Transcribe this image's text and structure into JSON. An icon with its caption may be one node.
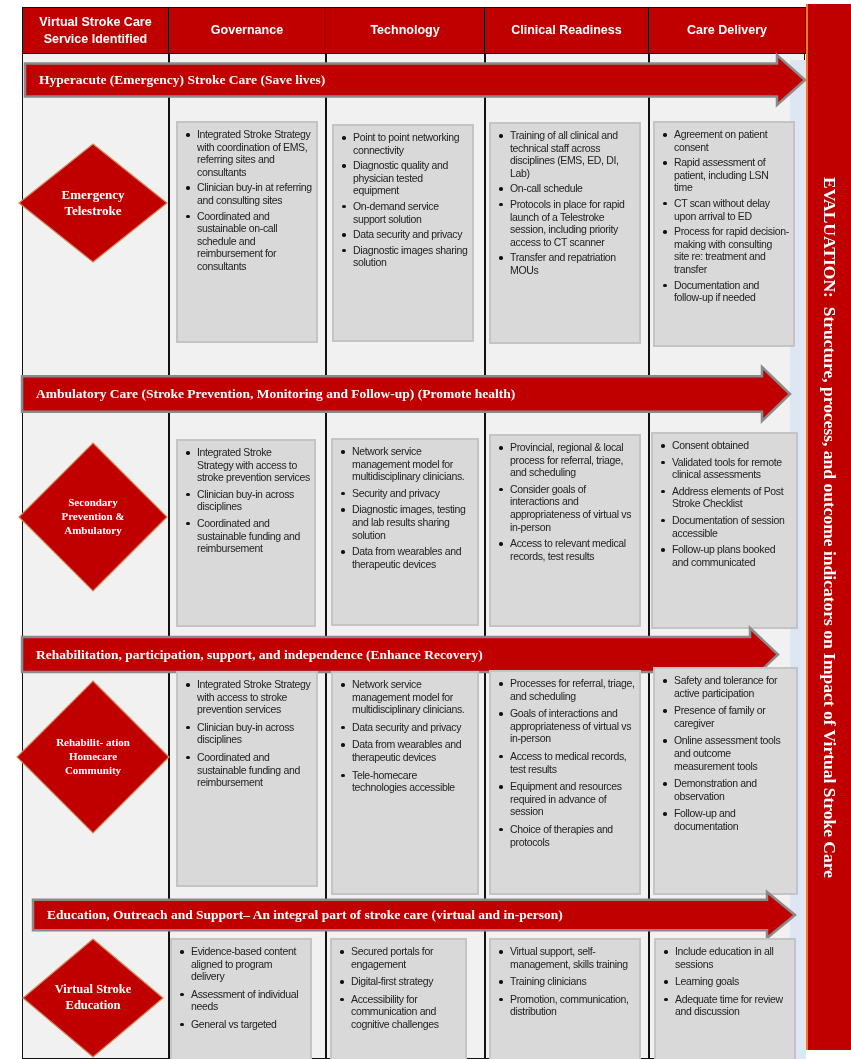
{
  "diagram": {
    "nodes": [
      {
        "text": [
          "Virtual Stroke Care Service Identified"
        ]
      },
      {
        "text": [
          "Governance"
        ]
      },
      {
        "text": [
          "Technology"
        ]
      },
      {
        "text": [
          "Clinical Readiness"
        ]
      },
      {
        "text": [
          "Care Delivery"
        ]
      },
      {
        "text": [
          "EVALUATION:  Structure, process, and outcome indicators on Impact of Virtual Stroke Care"
        ]
      },
      {
        "text": [
          "Hyperacute (Emergency) Stroke Care (Save lives)"
        ]
      },
      {
        "text": [
          "Emergency Telestroke"
        ]
      },
      {
        "text": [
          "Integrated Stroke Strategy with coordination of EMS, referring sites and consultants",
          "Clinician buy-in at referring and consulting sites",
          "Coordinated and sustainable on-call schedule and reimbursement for consultants"
        ]
      },
      {
        "text": [
          "Point to point networking connectivity",
          "Diagnostic quality and physician tested equipment",
          "On-demand service support solution",
          "Data security and privacy",
          "Diagnostic images sharing solution"
        ]
      },
      {
        "text": [
          "Training of all clinical and technical staff across disciplines (EMS, ED, DI, Lab)",
          "On-call schedule",
          "Protocols in place for rapid launch of a Telestroke session, including priority access to CT scanner",
          "Transfer and repatriation  MOUs"
        ]
      },
      {
        "text": [
          "Agreement on patient consent",
          "Rapid assessment of patient, including LSN time",
          "CT scan without delay upon arrival to ED",
          "Process for rapid decision-making with consulting site re: treatment and transfer",
          "Documentation and follow-up if needed"
        ]
      },
      {
        "text": [
          "Ambulatory Care (Stroke Prevention, Monitoring and Follow-up) (Promote health)"
        ]
      },
      {
        "text": [
          "Secondary Prevention & Ambulatory"
        ]
      },
      {
        "text": [
          "Integrated Stroke Strategy with access to stroke prevention services",
          "Clinician buy-in across disciplines",
          "Coordinated and sustainable  funding and reimbursement"
        ]
      },
      {
        "text": [
          "Network service management model for multidisciplinary clinicians.",
          "Security and  privacy",
          "Diagnostic images, testing and lab results sharing solution",
          "Data from wearables and therapeutic devices"
        ]
      },
      {
        "text": [
          "Provincial, regional & local process for referral, triage, and scheduling",
          "Consider goals of interactions and appropriateness of virtual vs in-person",
          "Access to relevant medical records, test results"
        ]
      },
      {
        "text": [
          "Consent obtained",
          "Validated tools for remote clinical assessments",
          "Address elements  of Post Stroke Checklist",
          "Documentation of session accessible",
          "Follow-up plans booked and communicated"
        ]
      },
      {
        "text": [
          "Rehabilitation, participation, support, and independence (Enhance Recovery)"
        ]
      },
      {
        "text": [
          "Rehabilit- ation Homecare Community"
        ]
      },
      {
        "text": [
          "Integrated Stroke Strategy with access to stroke prevention services",
          "Clinician buy-in across disciplines",
          "Coordinated and sustainable  funding and reimbursement"
        ]
      },
      {
        "text": [
          "Network service management model for multidisciplinary clinicians.",
          "Data security and privacy",
          "Data from wearables and therapeutic devices",
          "Tele-homecare technologies accessible"
        ]
      },
      {
        "text": [
          "Processes for referral, triage, and scheduling",
          "Goals of interactions and appropriateness of virtual vs in-person",
          "Access to medical records, test results",
          "Equipment and resources required in advance of session",
          "Choice of therapies and protocols"
        ]
      },
      {
        "text": [
          "Safety and tolerance for active participation",
          "Presence of family or caregiver",
          "Online assessment tools and outcome measurement tools",
          "Demonstration and observation",
          "Follow-up and documentation"
        ]
      },
      {
        "text": [
          "Education, Outreach and Support– An integral part of stroke care (virtual and in-person)"
        ]
      },
      {
        "text": [
          "Virtual Stroke Education"
        ]
      },
      {
        "text": [
          "Evidence-based content aligned to program delivery",
          "Assessment of individual needs",
          "General vs targeted"
        ]
      },
      {
        "text": [
          "Secured portals for engagement",
          "Digital-first strategy",
          "Accessibility for communication and cognitive challenges"
        ]
      },
      {
        "text": [
          "Virtual support, self-management, skills training",
          "Training clinicians",
          "Promotion, communication, distribution"
        ]
      },
      {
        "text": [
          "Include education in all sessions",
          "Learning goals",
          "Adequate time for review and discussion"
        ]
      }
    ]
  }
}
